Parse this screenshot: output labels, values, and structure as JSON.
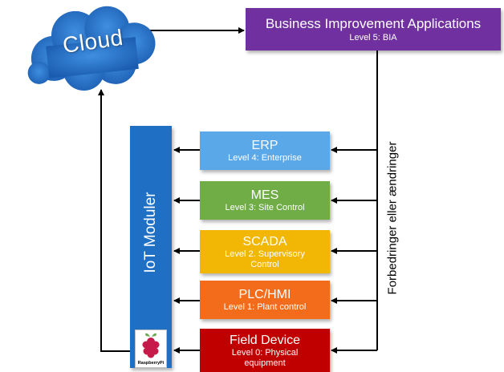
{
  "cloud": {
    "label": "Cloud"
  },
  "bia": {
    "title": "Business Improvement Applications",
    "subtitle": "Level 5: BIA"
  },
  "levels": [
    {
      "title": "ERP",
      "subtitle": "Level 4: Enterprise",
      "color": "#5ba8e8"
    },
    {
      "title": "MES",
      "subtitle": "Level 3: Site Control",
      "color": "#70ad47"
    },
    {
      "title": "SCADA",
      "subtitle": "Level 2. Supervisory Control",
      "color": "#f2b705"
    },
    {
      "title": "PLC/HMI",
      "subtitle": "Level 1: Plant control",
      "color": "#f36c1b"
    },
    {
      "title": "Field Device",
      "subtitle": "Level 0: Physical equipment",
      "color": "#c00000"
    }
  ],
  "iot": {
    "label": "IoT Moduler"
  },
  "rpi": {
    "label": "RaspberryPi"
  },
  "side_label": "Forbedringer eller ændringer",
  "colors": {
    "bia": "#7030a0",
    "iot": "#1f6fc4",
    "cloud": "#1f6fc4",
    "arrow": "#000000"
  }
}
